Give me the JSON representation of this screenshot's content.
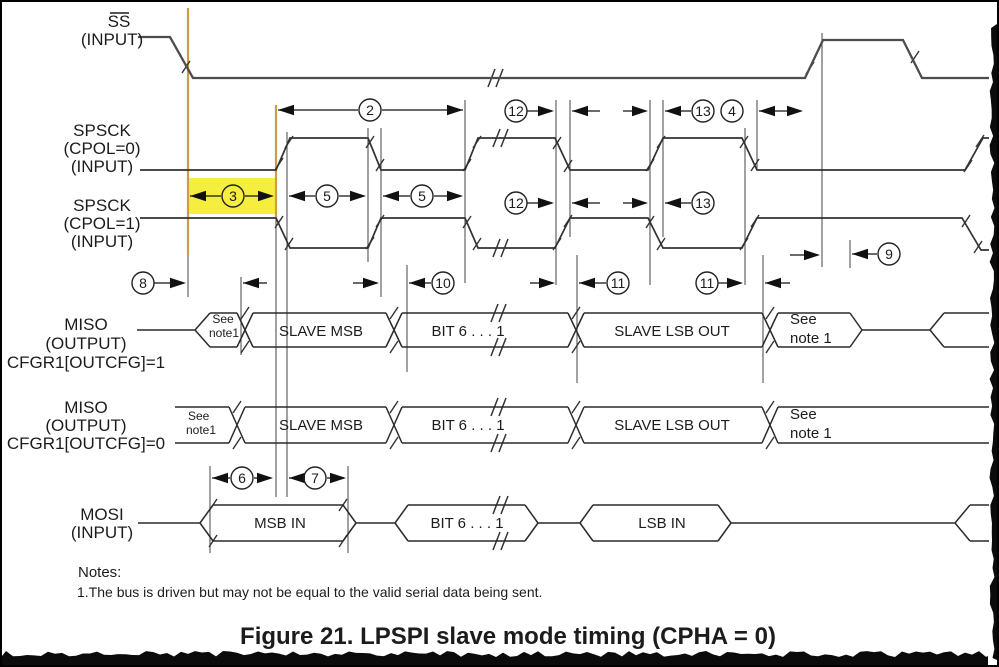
{
  "caption": "Figure 21. LPSPI slave mode timing (CPHA = 0)",
  "notes": {
    "heading": "Notes:",
    "item1": "1.The bus is driven but may not be equal to the valid serial data being sent."
  },
  "signals": {
    "ss": {
      "line1": "SS",
      "line2": "(INPUT)"
    },
    "spsck_cpol0": {
      "line1": "SPSCK",
      "line2": "(CPOL=0)",
      "line3": "(INPUT)"
    },
    "spsck_cpol1": {
      "line1": "SPSCK",
      "line2": "(CPOL=1)",
      "line3": "(INPUT)"
    },
    "miso_outcfg1": {
      "line1": "MISO",
      "line2": "(OUTPUT)",
      "line3": "CFGR1[OUTCFG]=1"
    },
    "miso_outcfg0": {
      "line1": "MISO",
      "line2": "(OUTPUT)",
      "line3": "CFGR1[OUTCFG]=0"
    },
    "mosi": {
      "line1": "MOSI",
      "line2": "(INPUT)"
    }
  },
  "dims": {
    "d2": "2",
    "d3": "3",
    "d4": "4",
    "d5a": "5",
    "d5b": "5",
    "d6": "6",
    "d7": "7",
    "d8": "8",
    "d9": "9",
    "d10": "10",
    "d11a": "11",
    "d11b": "11",
    "d12a": "12",
    "d12b": "12",
    "d13a": "13",
    "d13b": "13"
  },
  "bus": {
    "miso1": {
      "see_in_1": "See",
      "see_in_2": "note1",
      "msb": "SLAVE MSB",
      "bits": "BIT 6 . . . 1",
      "lsb": "SLAVE LSB OUT",
      "see_out_1": "See",
      "see_out_2": "note 1"
    },
    "miso0": {
      "see_in_1": "See",
      "see_in_2": "note1",
      "msb": "SLAVE MSB",
      "bits": "BIT 6 . . . 1",
      "lsb": "SLAVE LSB OUT",
      "see_out_1": "See",
      "see_out_2": "note 1"
    },
    "mosi": {
      "msb": "MSB IN",
      "bits": "BIT 6 . . . 1",
      "lsb": "LSB IN"
    }
  },
  "colors": {
    "highlight": "#f6ee3e",
    "marker": "#cc9e45"
  }
}
